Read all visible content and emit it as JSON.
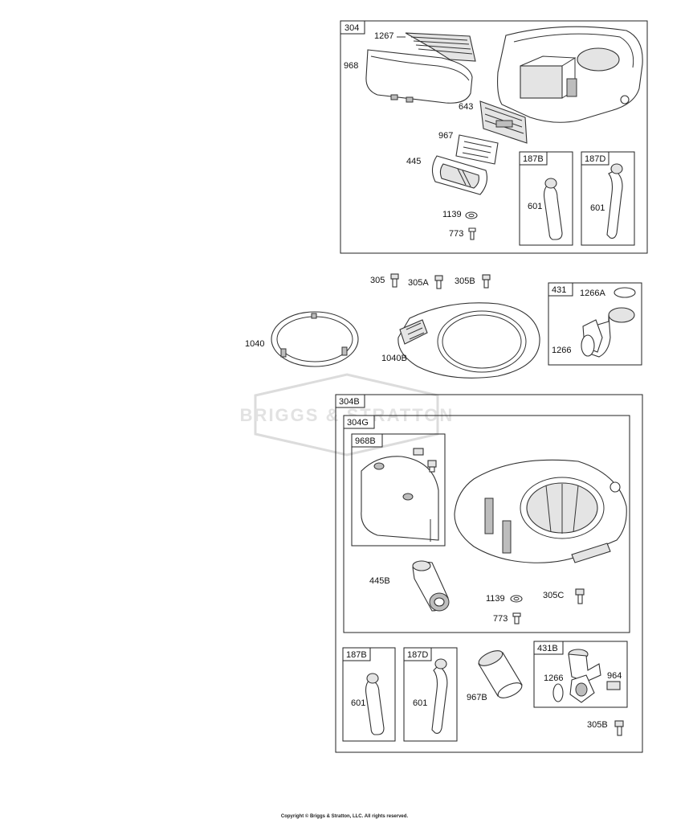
{
  "watermark": "BRIGGS & STRATTON",
  "copyright": "Copyright © Briggs & Stratton, LLC. All rights reserved.",
  "group_304": {
    "tag": "304",
    "labels": {
      "p1267": "1267",
      "p968": "968",
      "p643": "643",
      "p967": "967",
      "p445": "445",
      "p1139": "1139",
      "p773": "773"
    },
    "sub_187B": {
      "tag": "187B",
      "part": "601"
    },
    "sub_187D": {
      "tag": "187D",
      "part": "601"
    }
  },
  "loose_parts": {
    "p305": "305",
    "p305A": "305A",
    "p305B": "305B",
    "p1040": "1040",
    "p1040B": "1040B"
  },
  "group_431": {
    "tag": "431",
    "p1266A": "1266A",
    "p1266": "1266"
  },
  "group_304B": {
    "tag": "304B",
    "sub_304G": {
      "tag": "304G",
      "sub_968B": {
        "tag": "968B"
      },
      "p445B": "445B",
      "p1139": "1139",
      "p305C": "305C",
      "p773": "773"
    },
    "sub_187B": {
      "tag": "187B",
      "part": "601"
    },
    "sub_187D": {
      "tag": "187D",
      "part": "601"
    },
    "p967B": "967B",
    "sub_431B": {
      "tag": "431B",
      "p1266": "1266",
      "p964": "964"
    },
    "p305B": "305B"
  }
}
